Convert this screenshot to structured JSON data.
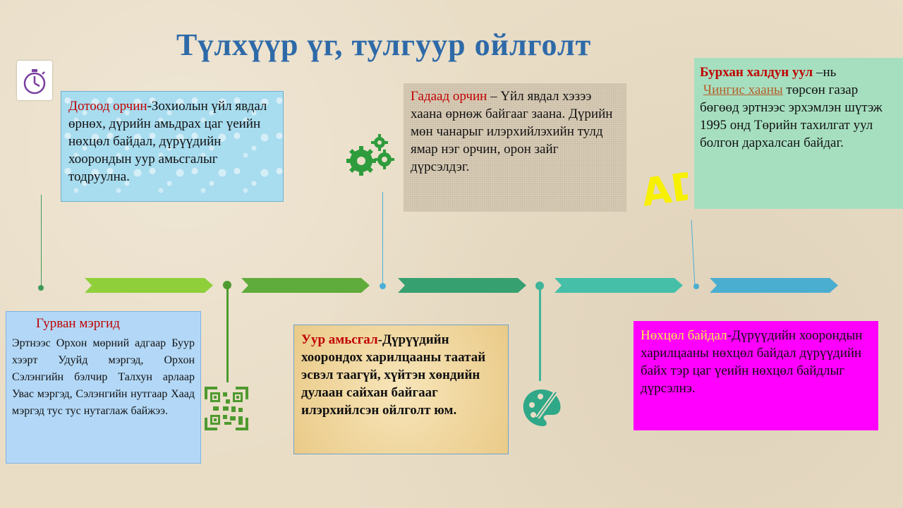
{
  "title": "Түлхүүр үг, тулгуур ойлголт",
  "boxes": {
    "inner": {
      "heading": "Дотоод орчин",
      "text": "-Зохиолын үйл явдал өрнөх, дүрийн амьдрах цаг үеийн нөхцөл байдал, дүрүүдийн хоорондын уур амьсгалыг тодруулна."
    },
    "outer": {
      "heading": "Гадаад орчин",
      "text": " – Үйл явдал хэзээ хаана өрнөж байгааг заана. Дүрийн мөн чанарыг илэрхийлэхийн тулд ямар нэг орчин, орон зайг дүрсэлдэг."
    },
    "burkhan": {
      "heading": "Бурхан халдун уул",
      "text_a": " –нь",
      "link": "Чингис хааны",
      "text_b": " төрсөн газар бөгөөд эртнээс эрхэмлэн шүтэж 1995 онд Төрийн тахилгат уул болгон дархалсан байдаг."
    },
    "three": {
      "heading": "Гурван мэргид",
      "text": "Эртнээс Орхон мөрний адгаар Буур хээрт Удуйд мэргэд, Орхон Сэлэнгийн бэлчир Талхун арлаар Увас мэргэд, Сэлэнгийн нутгаар Хаад мэргэд тус тус нутаглаж байжээ."
    },
    "mood": {
      "heading": "Уур амьсгал",
      "text": "-Дүрүүдийн хоорондох харилцааны таатай эсвэл таагүй, хүйтэн хөндийн дулаан сайхан байгааг илэрхийлсэн ойлголт юм."
    },
    "context": {
      "heading": "Нөхцөл байдал",
      "text": "-Дүрүүдийн хоорондын харилцааны нөхцөл байдал дүрүүдийн байх тэр цаг үеийн нөхцөл байдлыг дүрсэлнэ."
    }
  },
  "colors": {
    "title": "#2e6aa8",
    "accent_red": "#c00000",
    "arrow_1": "#8fcf3a",
    "arrow_2": "#5fab3b",
    "arrow_3": "#36a070",
    "arrow_4": "#45bfa8",
    "arrow_5": "#4aaed0"
  },
  "icons": [
    "stopwatch-icon",
    "gears-icon",
    "ad-text-icon",
    "qr-code-icon",
    "palette-icon"
  ]
}
